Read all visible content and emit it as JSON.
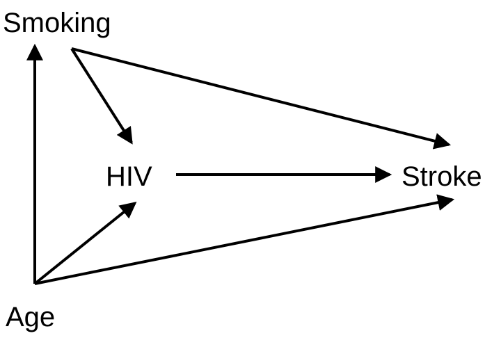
{
  "diagram": {
    "nodes": {
      "smoking": {
        "label": "Smoking"
      },
      "hiv": {
        "label": "HIV"
      },
      "stroke": {
        "label": "Stroke"
      },
      "age": {
        "label": "Age"
      }
    },
    "edges": [
      {
        "from": "Smoking",
        "to": "HIV"
      },
      {
        "from": "Smoking",
        "to": "Stroke"
      },
      {
        "from": "HIV",
        "to": "Stroke"
      },
      {
        "from": "Age",
        "to": "Smoking"
      },
      {
        "from": "Age",
        "to": "HIV"
      },
      {
        "from": "Age",
        "to": "Stroke"
      }
    ],
    "colors": {
      "ink": "#000000",
      "background": "#ffffff"
    }
  }
}
